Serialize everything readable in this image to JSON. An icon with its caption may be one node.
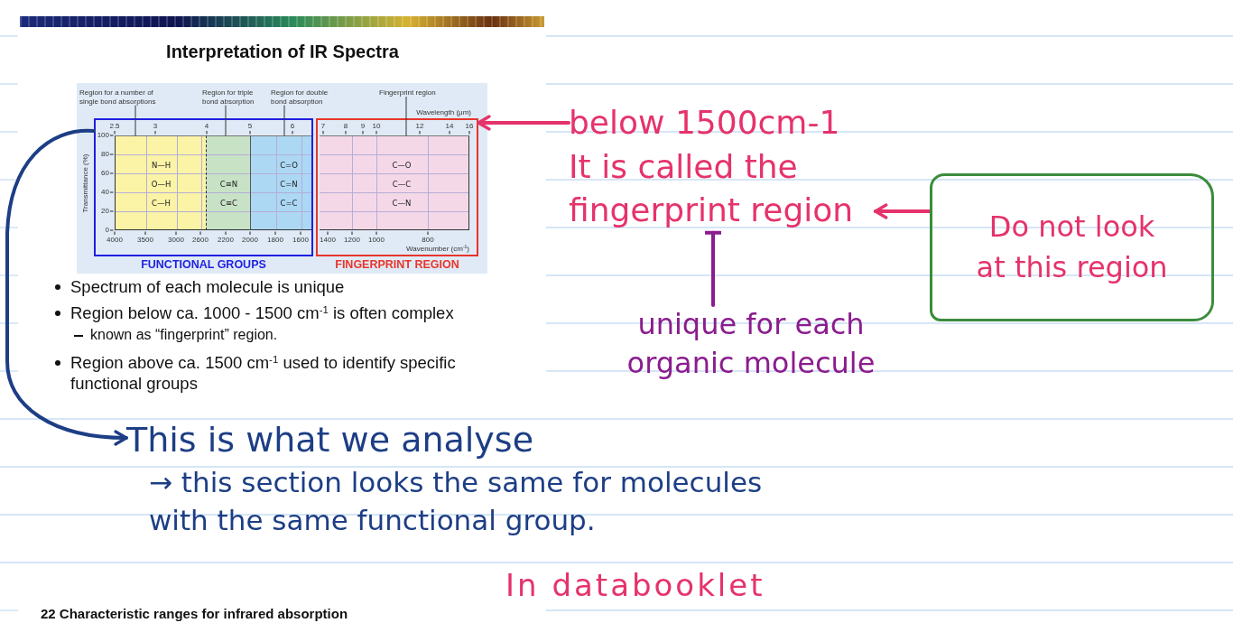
{
  "diagram": {
    "title": "Interpretation of IR Spectra",
    "nodes": [
      {
        "text": [
          "Region for a number of single bond absorptions"
        ]
      },
      {
        "text": [
          "Region for triple bond absorption"
        ]
      },
      {
        "text": [
          "Region for double bond absorption"
        ]
      },
      {
        "text": [
          "Fingerprint region"
        ]
      },
      {
        "text": [
          "FUNCTIONAL GROUPS"
        ]
      },
      {
        "text": [
          "N—H",
          "O—H",
          "C—H"
        ],
        "in": 4
      },
      {
        "text": [
          "C≡N",
          "C≡C"
        ],
        "in": 4
      },
      {
        "text": [
          "C=O",
          "C=N",
          "C=C"
        ],
        "in": 4
      },
      {
        "text": [
          "FINGERPRINT REGION"
        ]
      },
      {
        "text": [
          "C—O",
          "C—C",
          "C—N"
        ],
        "in": 8
      },
      {
        "text": [
          "below 1500cm-1 It is called the fingerprint region"
        ]
      },
      {
        "text": [
          "Do not look at this region"
        ]
      },
      {
        "text": [
          "unique for each organic molecule"
        ]
      },
      {
        "text": [
          "This is what we analyse",
          "→ this section looks the same for molecules with the same functional group."
        ]
      }
    ],
    "edges": [
      {
        "from": 0,
        "to": 5,
        "arrow": "none"
      },
      {
        "from": 1,
        "to": 6,
        "arrow": "none"
      },
      {
        "from": 2,
        "to": 7,
        "arrow": "none"
      },
      {
        "from": 3,
        "to": 9,
        "arrow": "none"
      },
      {
        "from": 10,
        "to": 8,
        "arrow": "to",
        "style": "thick",
        "color": "#e5336b"
      },
      {
        "from": 11,
        "to": 10,
        "arrow": "to",
        "style": "thick",
        "color": "#e5336b"
      },
      {
        "from": 12,
        "to": 10,
        "arrow": "other",
        "style": "thick",
        "color": "#8b1c8e"
      },
      {
        "from": 4,
        "to": 13,
        "arrow": "to",
        "style": "thick",
        "color": "#1d3e85"
      }
    ],
    "labels": [
      "Wavelength (μm)",
      "2.5",
      "3",
      "4",
      "5",
      "6",
      "7",
      "8",
      "9",
      "10",
      "12",
      "14",
      "16",
      "Transmittance (%)",
      "100",
      "80",
      "60",
      "40",
      "20",
      "0",
      "4000",
      "3500",
      "3000",
      "2600",
      "2200",
      "2000",
      "1800",
      "1600",
      "1400",
      "1200",
      "1000",
      "800",
      "Wavenumber (cm$^{-1}$)",
      "Spectrum of each molecule is unique",
      "Region below ca. 1000 - 1500 cm$^{-1}$ is often complex",
      "known as “fingerprint” region.",
      "Region above ca. 1500 cm$^{-1}$ used to identify specific functional groups",
      "In databooklet",
      "22 Characteristic ranges for infrared absorption"
    ]
  }
}
